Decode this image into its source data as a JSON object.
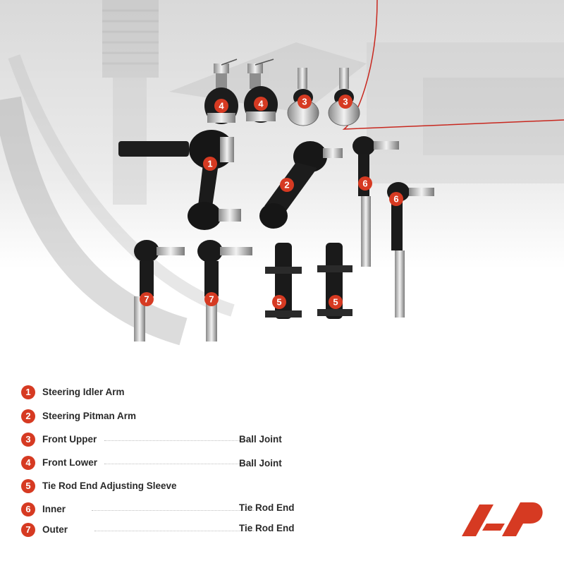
{
  "legend": [
    {
      "num": "1",
      "label": "Steering Idler Arm",
      "right": ""
    },
    {
      "num": "2",
      "label": "Steering Pitman Arm",
      "right": ""
    },
    {
      "num": "3",
      "label": "Front Upper",
      "right": "Ball Joint"
    },
    {
      "num": "4",
      "label": "Front Lower",
      "right": "Ball Joint"
    },
    {
      "num": "5",
      "label": "Tie Rod End Adjusting Sleeve",
      "right": ""
    },
    {
      "num": "6",
      "label": "Inner",
      "right": "Tie Rod End"
    },
    {
      "num": "7",
      "label": "Outer",
      "right": "Tie Rod End"
    }
  ],
  "part_badges": [
    "4",
    "4",
    "3",
    "3",
    "1",
    "2",
    "6",
    "6",
    "7",
    "7",
    "5",
    "5"
  ],
  "colors": {
    "accent": "#d63a22",
    "text": "#2a2a2a"
  },
  "logo": "AP"
}
